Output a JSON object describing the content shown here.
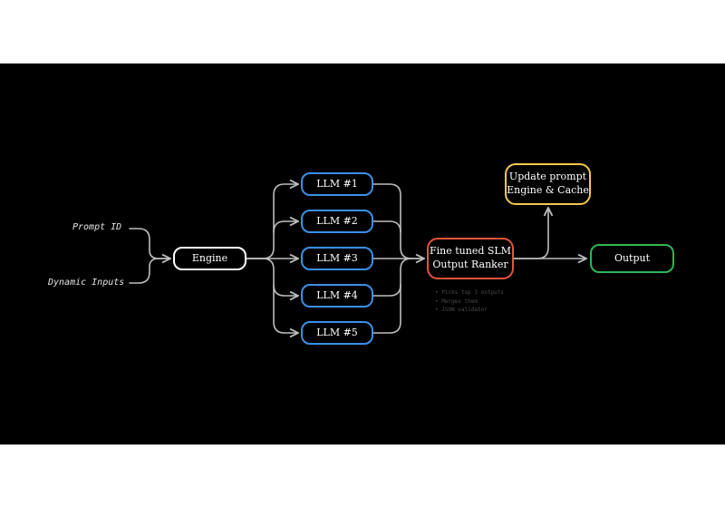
{
  "inputs": {
    "prompt_id": "Prompt ID",
    "dynamic_inputs": "Dynamic Inputs"
  },
  "nodes": {
    "engine": "Engine",
    "llms": [
      "LLM #1",
      "LLM #2",
      "LLM #3",
      "LLM #4",
      "LLM #5"
    ],
    "ranker": [
      "Fine tuned SLM",
      "Output Ranker"
    ],
    "update": [
      "Update prompt",
      "Engine & Cache"
    ],
    "output": "Output"
  },
  "ranker_notes": [
    "Picks top 3 outputs",
    "Merges them",
    "JSON validator"
  ],
  "colors": {
    "background": "#000000",
    "connector": "#bdbdbd",
    "engine_border": "#ffffff",
    "llm_border": "#3b8fe8",
    "ranker_border": "#e8533a",
    "update_border": "#f2c94c",
    "output_border": "#2fb552"
  }
}
